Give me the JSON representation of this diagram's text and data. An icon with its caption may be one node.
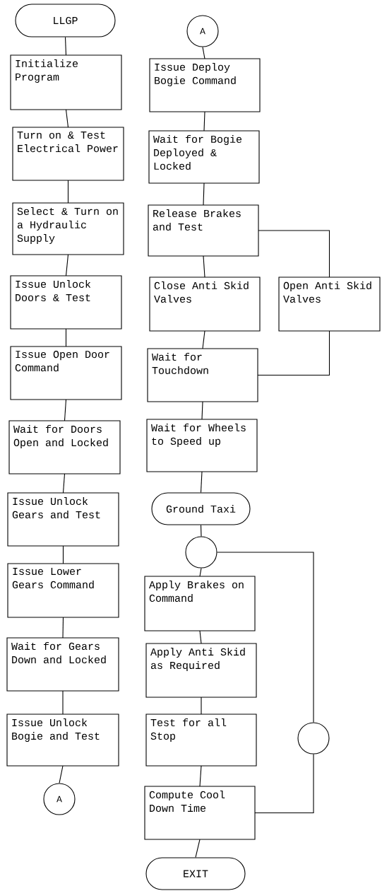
{
  "diagram": {
    "nodes": [
      {
        "text": [
          "LLGP"
        ]
      },
      {
        "text": [
          "Initialize Program"
        ]
      },
      {
        "text": [
          "Turn on & Test Electrical Power"
        ]
      },
      {
        "text": [
          "Select & Turn on a Hydraulic Supply"
        ]
      },
      {
        "text": [
          "Issue Unlock Doors & Test"
        ]
      },
      {
        "text": [
          "Issue Open Door Command"
        ]
      },
      {
        "text": [
          "Wait for Doors Open and Locked"
        ]
      },
      {
        "text": [
          "Issue Unlock Gears and Test"
        ]
      },
      {
        "text": [
          "Issue Lower Gears Command"
        ]
      },
      {
        "text": [
          "Wait for Gears Down and Locked"
        ]
      },
      {
        "text": [
          "Issue Unlock Bogie and Test"
        ]
      },
      {
        "text": [
          "A"
        ]
      },
      {
        "text": [
          "A"
        ]
      },
      {
        "text": [
          "Issue Deploy Bogie Command"
        ]
      },
      {
        "text": [
          "Wait for Bogie Deployed & Locked"
        ]
      },
      {
        "text": [
          "Release Brakes and Test"
        ]
      },
      {
        "text": [
          "Close Anti Skid Valves"
        ]
      },
      {
        "text": [
          "Open Anti Skid Valves"
        ]
      },
      {
        "text": [
          "Wait for Touchdown"
        ]
      },
      {
        "text": [
          "Wait for Wheels to Speed up"
        ]
      },
      {
        "text": [
          "Ground Taxi"
        ]
      },
      {
        "text": [],
        "shape": "circle"
      },
      {
        "text": [
          "Apply Brakes on Command"
        ]
      },
      {
        "text": [
          "Apply Anti Skid as Required"
        ]
      },
      {
        "text": [
          "Test for all Stop"
        ]
      },
      {
        "text": [
          "Compute Cool Down Time"
        ]
      },
      {
        "text": [
          "EXIT"
        ]
      },
      {
        "text": [],
        "shape": "circle"
      }
    ],
    "edges": [
      {
        "from": 0,
        "to": 1,
        "arrow": "none"
      },
      {
        "from": 1,
        "to": 2,
        "arrow": "none"
      },
      {
        "from": 2,
        "to": 3,
        "arrow": "none"
      },
      {
        "from": 3,
        "to": 4,
        "arrow": "none"
      },
      {
        "from": 4,
        "to": 5,
        "arrow": "none"
      },
      {
        "from": 5,
        "to": 6,
        "arrow": "none"
      },
      {
        "from": 6,
        "to": 7,
        "arrow": "none"
      },
      {
        "from": 7,
        "to": 8,
        "arrow": "none"
      },
      {
        "from": 8,
        "to": 9,
        "arrow": "none"
      },
      {
        "from": 9,
        "to": 10,
        "arrow": "none"
      },
      {
        "from": 10,
        "to": 11,
        "arrow": "none"
      },
      {
        "from": 12,
        "to": 13,
        "arrow": "none"
      },
      {
        "from": 13,
        "to": 14,
        "arrow": "none"
      },
      {
        "from": 14,
        "to": 15,
        "arrow": "none"
      },
      {
        "from": 15,
        "to": 16,
        "arrow": "none"
      },
      {
        "from": 15,
        "to": 17,
        "arrow": "none"
      },
      {
        "from": 16,
        "to": 18,
        "arrow": "none"
      },
      {
        "from": 17,
        "to": 18,
        "arrow": "none"
      },
      {
        "from": 18,
        "to": 19,
        "arrow": "none"
      },
      {
        "from": 19,
        "to": 20,
        "arrow": "none"
      },
      {
        "from": 20,
        "to": 21,
        "arrow": "none"
      },
      {
        "from": 21,
        "to": 22,
        "arrow": "none"
      },
      {
        "from": 22,
        "to": 23,
        "arrow": "none"
      },
      {
        "from": 23,
        "to": 24,
        "arrow": "none"
      },
      {
        "from": 24,
        "to": 25,
        "arrow": "none"
      },
      {
        "from": 25,
        "to": 26,
        "arrow": "none"
      },
      {
        "from": 25,
        "to": 27,
        "arrow": "none"
      },
      {
        "from": 27,
        "to": 21,
        "arrow": "none"
      }
    ]
  }
}
